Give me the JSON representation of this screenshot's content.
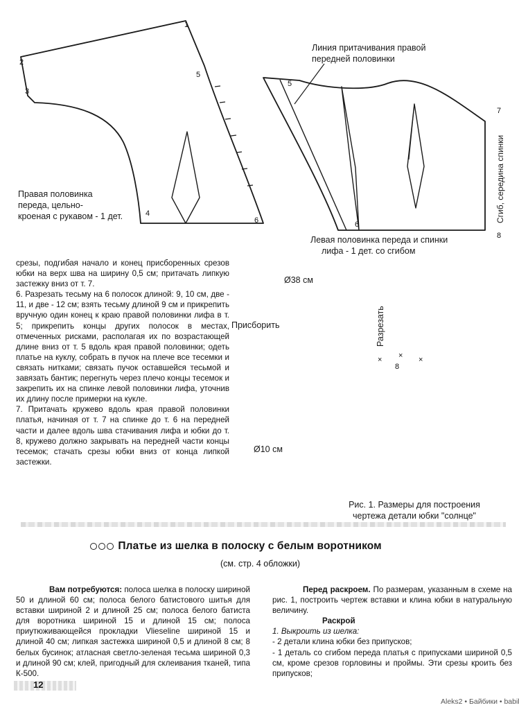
{
  "front_piece": {
    "points": [
      "1",
      "2",
      "3",
      "4",
      "5",
      "6"
    ],
    "caption_lines": [
      "Правая половинка",
      "переда, цельно-",
      "кроеная с рукавом - 1 дет."
    ]
  },
  "back_piece": {
    "callout_lines": [
      "Линия притачивания правой",
      "передней половинки"
    ],
    "points": [
      "5",
      "6",
      "7",
      "8"
    ],
    "fold_label": "Сгиб, середина спинки",
    "caption_lines": [
      "Левая половинка переда и спинки",
      "лифа - 1 дет. со сгибом"
    ]
  },
  "skirt_diagram": {
    "outer_label": "Ø38 см",
    "inner_label": "Ø10 см",
    "gather_label": "Присборить",
    "cut_label": "Разрезать",
    "point": "8",
    "cross_marks": [
      "×",
      "×",
      "×"
    ],
    "caption_lines": [
      "Рис. 1. Размеры для построения",
      "чертежа детали юбки \"солнце\""
    ]
  },
  "left_column": [
    "срезы, подгибая начало и конец присборенных срезов юбки на верх шва на ширину 0,5 см; притачать липкую застежку вниз от т. 7.",
    "6. Разрезать тесьму на 6 полосок длиной: 9, 10 см, две - 11, и две - 12 см; взять тесьму длиной 9 см и прикрепить вручную один конец к краю правой половинки лифа в т. 5; прикрепить концы других полосок в местах, отмеченных рисками, располагая их по возрастающей длине вниз от т. 5 вдоль края правой половинки; одеть платье на куклу, собрать в пучок на плече все тесемки и связать нитками; связать пучок оставшейся тесьмой и завязать бантик; перегнуть через плечо концы тесемок и закрепить их на спинке левой половинки лифа, уточнив их длину после примерки на кукле.",
    "7. Притачать кружево вдоль края правой половинки платья, начиная от т. 7 на спинке до т. 6 на передней части и далее вдоль шва стачивания лифа и юбки до т. 8, кружево должно закрывать на передней части концы тесемок; стачать срезы юбки вниз от конца липкой застежки."
  ],
  "section": {
    "title": "Платье из шелка в полоску с белым воротником",
    "subtitle": "(см. стр. 4 обложки)"
  },
  "materials": {
    "lead": "Вам потребуются:",
    "text": " полоса шелка в полоску шириной 50 и длиной 60 см; полоса белого батистового шитья для вставки шириной 2 и длиной 25 см; полоса белого батиста для воротника шириной 15 и длиной 15 см; полоса приутюживающейся прокладки Vlieseline шириной 15 и длиной 40 см; липкая застежка шириной 0,5 и длиной 8 см; 8 белых бусинок; атласная светло-зеленая тесьма шириной 0,3 и длиной 90 см; клей, пригодный для склеивания тканей, типа К-500."
  },
  "cutting": {
    "lead": "Перед раскроем.",
    "text": " По размерам, указанным в схеме на рис. 1, построить чертеж вставки и клина юбки в натуральную величину.",
    "heading": "Раскрой",
    "step1": "1. Выкроить из шелка:",
    "bullet1": "- 2 детали клина юбки без припусков;",
    "bullet2": "- 1 деталь со сгибом переда платья с припусками шириной 0,5 см, кроме срезов горловины и проймы. Эти срезы кроить без припусков;"
  },
  "page_number": "12",
  "watermark": "Aleks2 • Байбики • babiki.ru"
}
